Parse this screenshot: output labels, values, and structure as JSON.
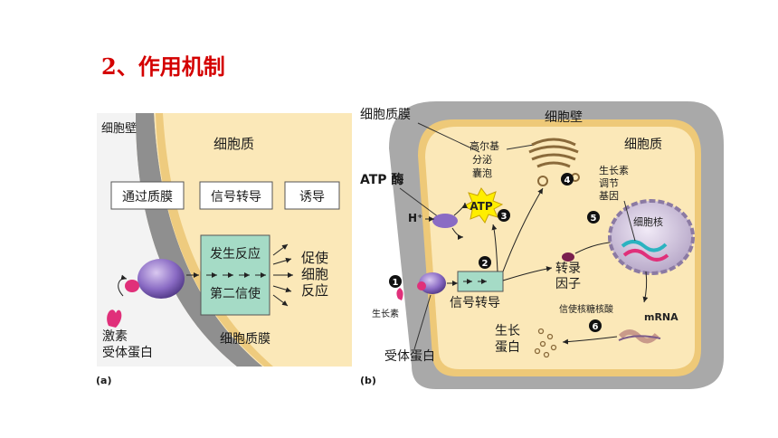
{
  "title": "2、作用机制",
  "panel_a": {
    "tag": "(a)",
    "cell_wall": "细胞壁",
    "cytoplasm": "细胞质",
    "box_membrane": "通过质膜",
    "box_signal": "信号转导",
    "box_induce": "诱导",
    "reaction_line1": "发生反应",
    "reaction_line2": "第二信使",
    "effect": [
      "促使",
      "细胞",
      "反应"
    ],
    "hormone": "激素",
    "receptor": "受体蛋白",
    "membrane": "细胞质膜"
  },
  "panel_b": {
    "tag": "(b)",
    "membrane": "细胞质膜",
    "cell_wall": "细胞壁",
    "cytoplasm": "细胞质",
    "golgi": [
      "高尔基",
      "分泌",
      "囊泡"
    ],
    "atp_enzyme": "ATP 酶",
    "atp": "ATP",
    "h_ion": "H⁺",
    "regulated_gene": [
      "生长素",
      "调节",
      "基因"
    ],
    "nucleus": "细胞核",
    "signal": "信号转导",
    "transcription_factor": [
      "转录",
      "因子"
    ],
    "auxin": "生长素",
    "mrna_label": "信使核糖核酸",
    "mrna": "mRNA",
    "growth_protein": [
      "生长",
      "蛋白"
    ],
    "receptor": "受体蛋白",
    "steps": [
      "1",
      "2",
      "3",
      "4",
      "5",
      "6"
    ]
  }
}
